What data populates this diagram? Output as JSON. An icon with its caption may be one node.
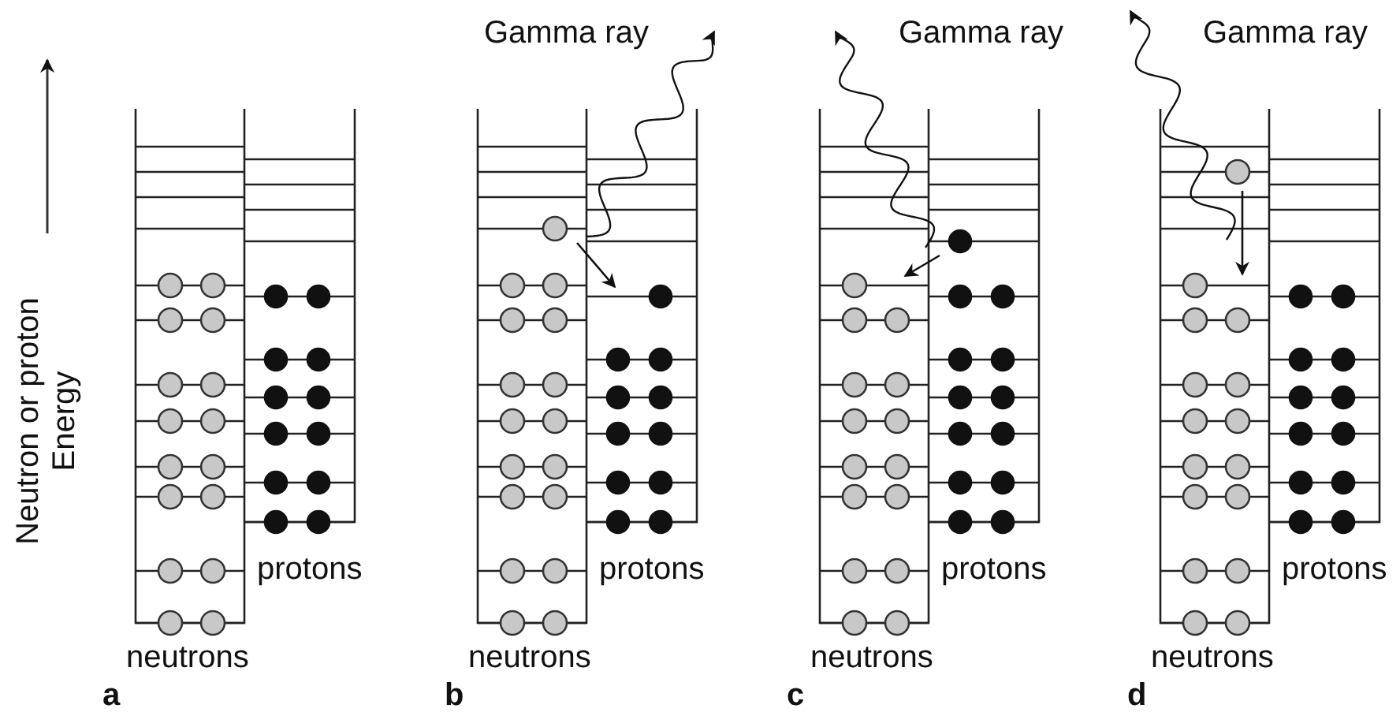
{
  "diagram": {
    "labels": [
      "Neutron or proton Energy",
      "Gamma ray",
      "Gamma ray",
      "Gamma ray",
      "protons",
      "protons",
      "protons",
      "protons",
      "neutrons",
      "neutrons",
      "neutrons",
      "neutrons",
      "a",
      "b",
      "c",
      "d"
    ]
  }
}
